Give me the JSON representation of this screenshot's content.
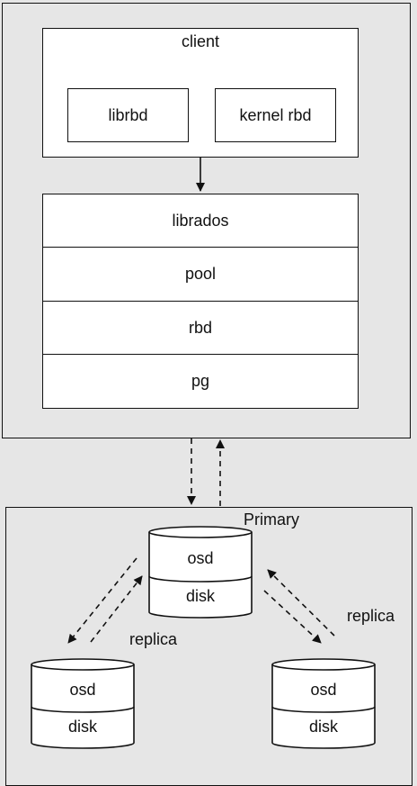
{
  "client": {
    "title": "client",
    "modules": [
      "librbd",
      "kernel rbd"
    ]
  },
  "stack": [
    "librados",
    "pool",
    "rbd",
    "pg"
  ],
  "cluster": {
    "primary_label": "Primary",
    "replica_label": "replica",
    "node_layers": [
      "osd",
      "disk"
    ]
  },
  "colors": {
    "panel_background": "#e6e6e6",
    "box_fill": "#ffffff",
    "stroke": "#111111"
  }
}
